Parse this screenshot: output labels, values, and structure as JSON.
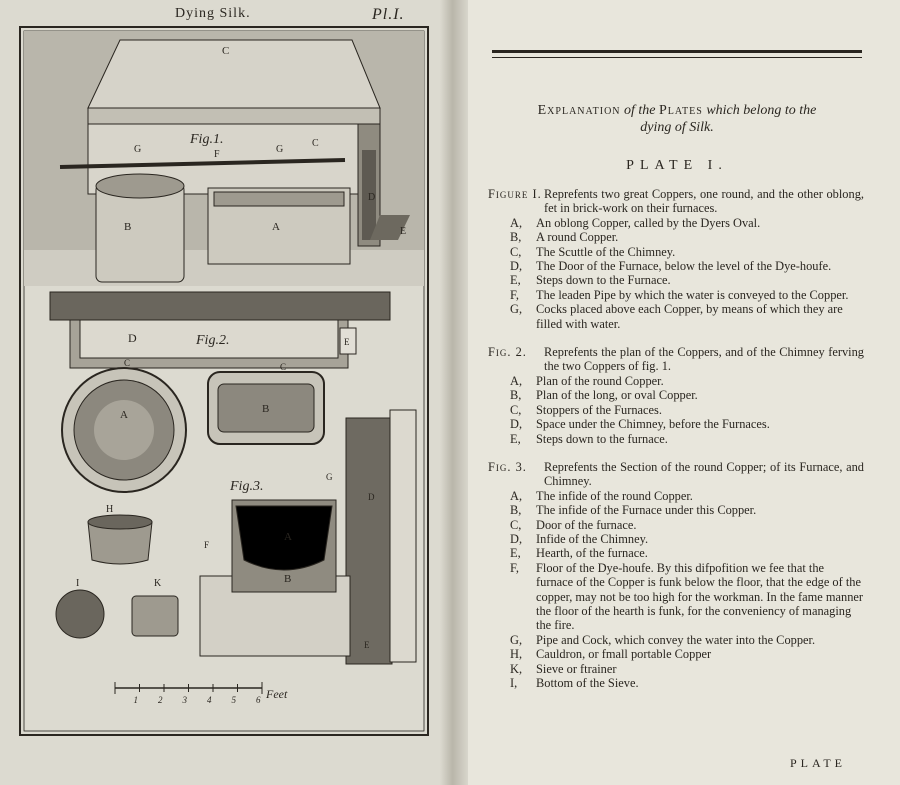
{
  "plate_page": {
    "running_head": "Dying Silk.",
    "plate_number": "Pl.I.",
    "figure_labels": [
      "Fig.1.",
      "Fig.2.",
      "Fig.3."
    ],
    "scale": {
      "ticks": [
        "1",
        "2",
        "3",
        "4",
        "5",
        "6"
      ],
      "unit": "Feet"
    }
  },
  "text_page": {
    "title_a": "Explanation",
    "title_b": "of the",
    "title_c": "Plates",
    "title_d": "which belong to the",
    "title_e": "dying of Silk.",
    "plate_heading": "PLATE I.",
    "figures": [
      {
        "key": "Figure I.",
        "text": "Reprefents two great Coppers, one round, and the other oblong, fet in brick-work on their furnaces.",
        "items": [
          {
            "k": "A,",
            "t": "An oblong Copper, called by the Dyers Oval."
          },
          {
            "k": "B,",
            "t": "A round Copper."
          },
          {
            "k": "C,",
            "t": "The Scuttle of the Chimney."
          },
          {
            "k": "D,",
            "t": "The Door of the Furnace, below the level of the Dye-houfe."
          },
          {
            "k": "E,",
            "t": "Steps down to the Furnace."
          },
          {
            "k": "F,",
            "t": "The leaden Pipe by which the water is conveyed to the Copper."
          },
          {
            "k": "G,",
            "t": "Cocks placed above each Copper, by means of which they are filled with water."
          }
        ]
      },
      {
        "key": "Fig. 2.",
        "text": "Reprefents the plan of the Coppers, and of the Chimney ferving the two Coppers of fig. 1.",
        "items": [
          {
            "k": "A,",
            "t": "Plan of the round Copper."
          },
          {
            "k": "B,",
            "t": "Plan of the long, or oval Copper."
          },
          {
            "k": "C,",
            "t": "Stoppers of the Furnaces."
          },
          {
            "k": "D,",
            "t": "Space under the Chimney, before the Furnaces."
          },
          {
            "k": "E,",
            "t": "Steps down to the furnace."
          }
        ]
      },
      {
        "key": "Fig. 3.",
        "text": "Reprefents the Section of the round Copper; of its Furnace, and Chimney.",
        "items": [
          {
            "k": "A,",
            "t": "The infide of the round Copper."
          },
          {
            "k": "B,",
            "t": "The infide of the Furnace under this Copper."
          },
          {
            "k": "C,",
            "t": "Door of the furnace."
          },
          {
            "k": "D,",
            "t": "Infide of the Chimney."
          },
          {
            "k": "E,",
            "t": "Hearth, of the furnace."
          },
          {
            "k": "F,",
            "t": "Floor of the Dye-houfe. By this difpofition we fee that the furnace of the Copper is funk below the floor, that the edge of the copper, may not be too high for the workman. In the fame manner the floor of the hearth is funk, for the conveniency of managing the fire."
          },
          {
            "k": "G,",
            "t": "Pipe and Cock, which convey the water into the Copper."
          },
          {
            "k": "H,",
            "t": "Cauldron, or fmall portable Copper"
          },
          {
            "k": "K,",
            "t": "Sieve or ftrainer"
          },
          {
            "k": "I,",
            "t": "Bottom of the Sieve."
          }
        ]
      }
    ],
    "catchword": "PLATE"
  }
}
